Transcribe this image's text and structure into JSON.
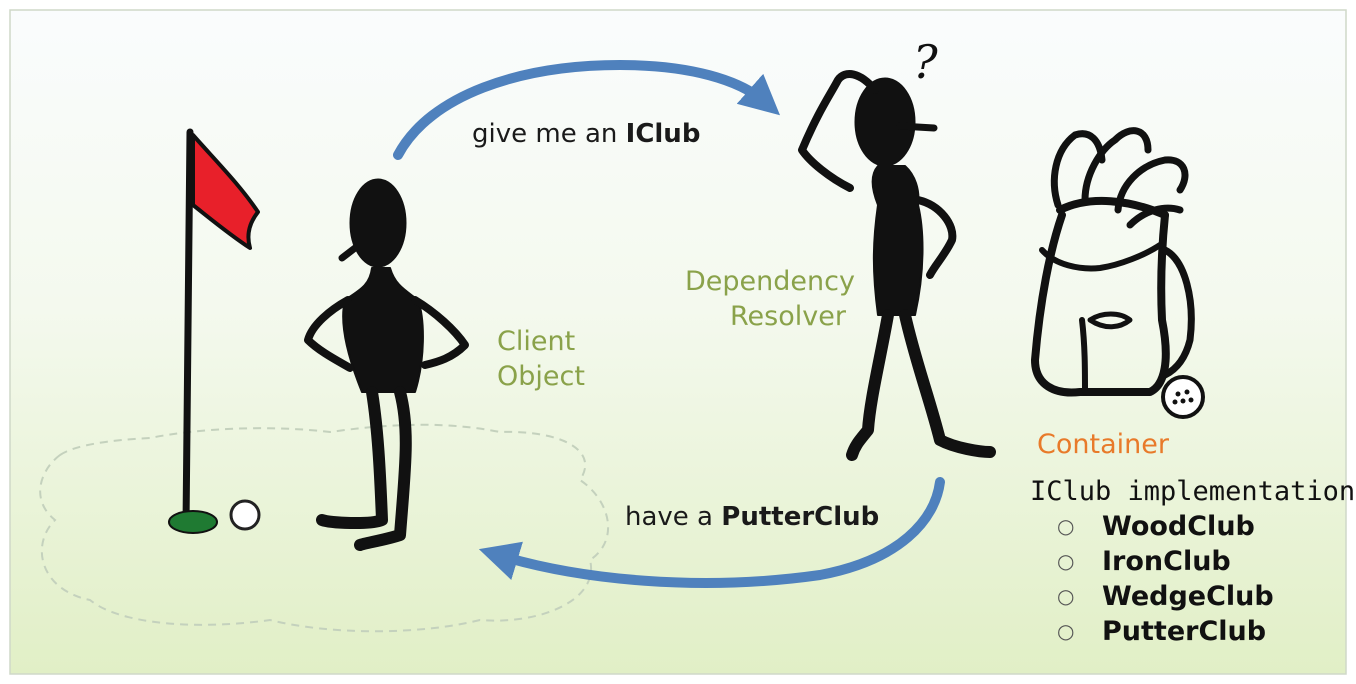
{
  "arrows": {
    "top": {
      "prefix": "give me an ",
      "emphasis": "IClub"
    },
    "bottom": {
      "prefix": "have a ",
      "emphasis": "PutterClub"
    }
  },
  "labels": {
    "client": [
      "Client",
      "Object"
    ],
    "resolver": [
      "Dependency",
      "Resolver"
    ],
    "container": "Container"
  },
  "implementations": {
    "heading": "IClub implementations:",
    "items": [
      "WoodClub",
      "IronClub",
      "WedgeClub",
      "PutterClub"
    ],
    "bullet_symbol": "○"
  },
  "decorations": {
    "question_mark": "?"
  },
  "colors": {
    "arrow": "#4f81bd",
    "flag": "#e8202a",
    "green_label": "#8aa24a",
    "orange_label": "#e87a2a",
    "hole": "#1f7a32"
  }
}
